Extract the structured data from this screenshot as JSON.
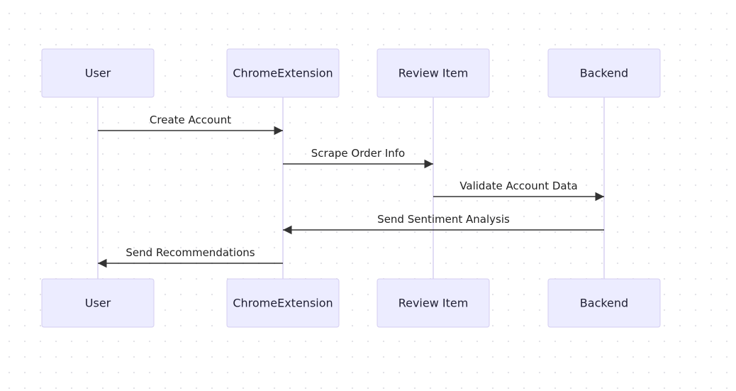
{
  "diagram": {
    "type": "sequence",
    "participants": [
      "User",
      "ChromeExtension",
      "Review Item",
      "Backend"
    ],
    "messages": [
      {
        "from": "User",
        "to": "ChromeExtension",
        "label": "Create Account"
      },
      {
        "from": "ChromeExtension",
        "to": "Review Item",
        "label": "Scrape Order Info"
      },
      {
        "from": "Review Item",
        "to": "Backend",
        "label": "Validate Account Data"
      },
      {
        "from": "Backend",
        "to": "ChromeExtension",
        "label": "Send Sentiment Analysis"
      },
      {
        "from": "ChromeExtension",
        "to": "User",
        "label": "Send Recommendations"
      }
    ]
  },
  "colors": {
    "actor_fill": "#ececff",
    "actor_border": "#d4cdf1",
    "lifeline": "#d7d0f2",
    "arrow": "#333333"
  }
}
